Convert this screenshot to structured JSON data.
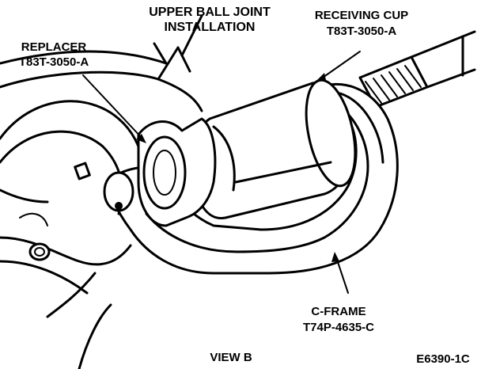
{
  "title": {
    "line1": "UPPER BALL JOINT",
    "line2": "INSTALLATION"
  },
  "labels": {
    "receiving_cup": {
      "line1": "RECEIVING CUP",
      "line2": "T83T-3050-A"
    },
    "replacer": {
      "line1": "REPLACER",
      "line2": "T83T-3050-A"
    },
    "c_frame": {
      "line1": "C-FRAME",
      "line2": "T74P-4635-C"
    }
  },
  "view_label": "VIEW B",
  "figure_code": "E6390-1C",
  "colors": {
    "ink": "#000000",
    "paper": "#ffffff"
  }
}
